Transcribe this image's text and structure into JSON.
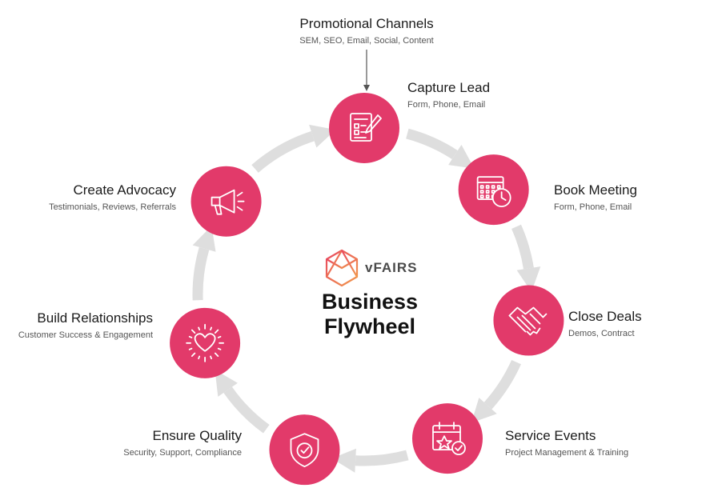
{
  "brand": {
    "logo_text": "vFAIRS"
  },
  "title": {
    "line1": "Business",
    "line2": "Flywheel"
  },
  "colors": {
    "node": "#E23A6A",
    "arrow": "#DEDEDE",
    "logo_a": "#E8475F",
    "logo_b": "#F19A4C"
  },
  "source": {
    "title": "Promotional Channels",
    "subtitle": "SEM, SEO, Email, Social, Content"
  },
  "stages": [
    {
      "id": "capture-lead",
      "title": "Capture Lead",
      "subtitle": "Form, Phone, Email",
      "icon": "form-edit-icon"
    },
    {
      "id": "book-meeting",
      "title": "Book Meeting",
      "subtitle": "Form, Phone, Email",
      "icon": "calendar-clock-icon"
    },
    {
      "id": "close-deals",
      "title": "Close Deals",
      "subtitle": "Demos, Contract",
      "icon": "handshake-icon"
    },
    {
      "id": "service-events",
      "title": "Service Events",
      "subtitle": "Project Management & Training",
      "icon": "calendar-star-icon"
    },
    {
      "id": "ensure-quality",
      "title": "Ensure Quality",
      "subtitle": "Security, Support, Compliance",
      "icon": "shield-check-icon"
    },
    {
      "id": "build-relationships",
      "title": "Build Relationships",
      "subtitle": "Customer Success & Engagement",
      "icon": "heart-icon"
    },
    {
      "id": "create-advocacy",
      "title": "Create Advocacy",
      "subtitle": "Testimonials, Reviews, Referrals",
      "icon": "megaphone-icon"
    }
  ]
}
